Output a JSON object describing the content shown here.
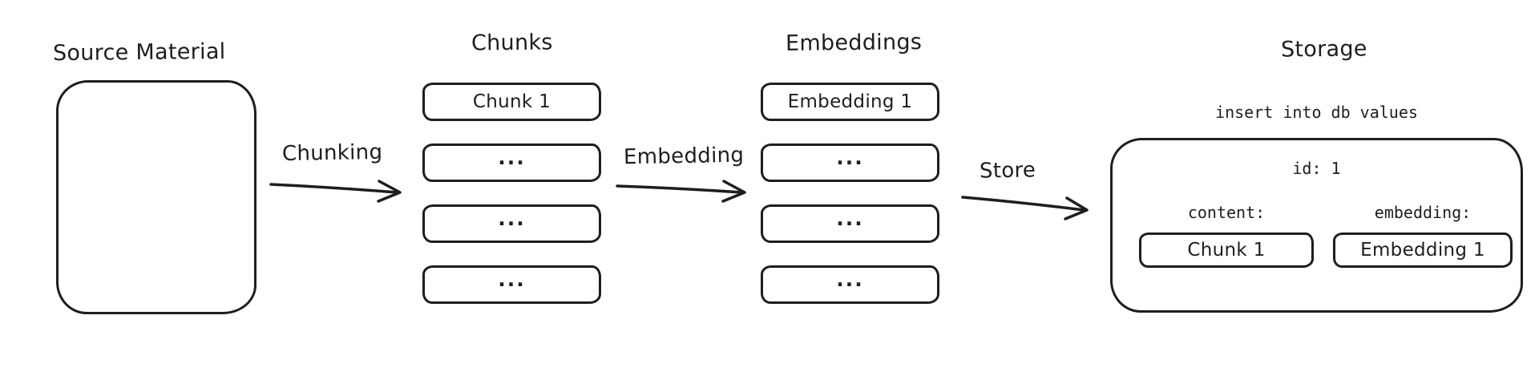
{
  "colors": {
    "ink": "#1e1e1e",
    "background": "#ffffff"
  },
  "source": {
    "label": "Source Material"
  },
  "arrows": [
    {
      "label": "Chunking"
    },
    {
      "label": "Embedding"
    },
    {
      "label": "Store"
    }
  ],
  "chunks": {
    "label": "Chunks",
    "items": [
      "Chunk 1",
      "...",
      "...",
      "..."
    ]
  },
  "embeddings": {
    "label": "Embeddings",
    "items": [
      "Embedding 1",
      "...",
      "...",
      "..."
    ]
  },
  "storage": {
    "label": "Storage",
    "insert_statement": "insert into db values",
    "record": {
      "id": "id: 1",
      "content_label": "content:",
      "content_value": "Chunk 1",
      "embedding_label": "embedding:",
      "embedding_value": "Embedding 1"
    }
  }
}
